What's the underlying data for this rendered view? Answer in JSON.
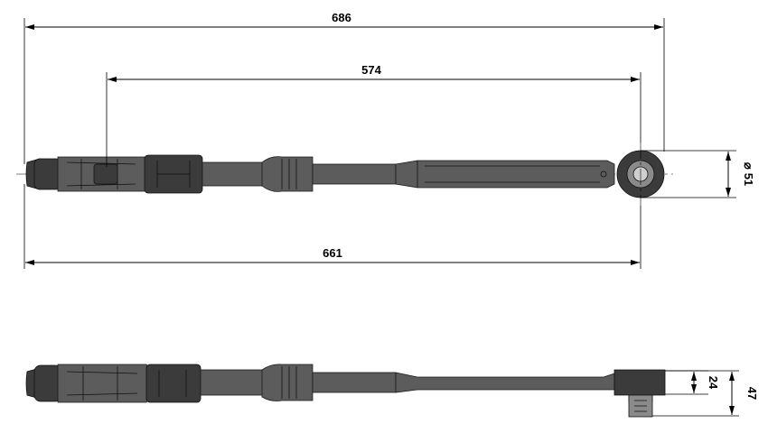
{
  "dimensions": {
    "overall_length": "686",
    "grip_to_head_length": "574",
    "effective_length": "661",
    "head_diameter_symbol": "⌀",
    "head_diameter": "51",
    "drive_height": "24",
    "head_height": "47"
  },
  "colors": {
    "tool_body": "#5c5c5c",
    "tool_dark": "#3b3b3b",
    "lines": "#000000",
    "background": "#ffffff"
  }
}
